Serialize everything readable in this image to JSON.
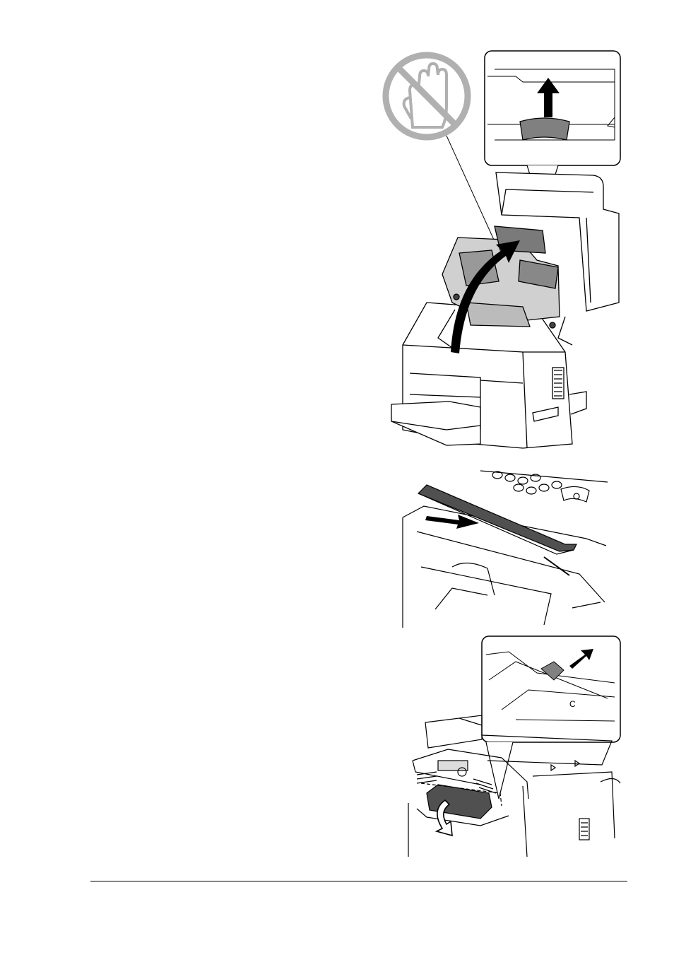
{
  "page": {
    "figures": [
      {
        "kind": "illustration",
        "icon": "no-touch-hand-icon"
      },
      {
        "kind": "illustration"
      },
      {
        "kind": "illustration"
      }
    ],
    "callout_label": "C",
    "colors": {
      "line": "#000000",
      "prohibit_gray": "#b0b0b0",
      "toner_dark": "#505050"
    }
  }
}
